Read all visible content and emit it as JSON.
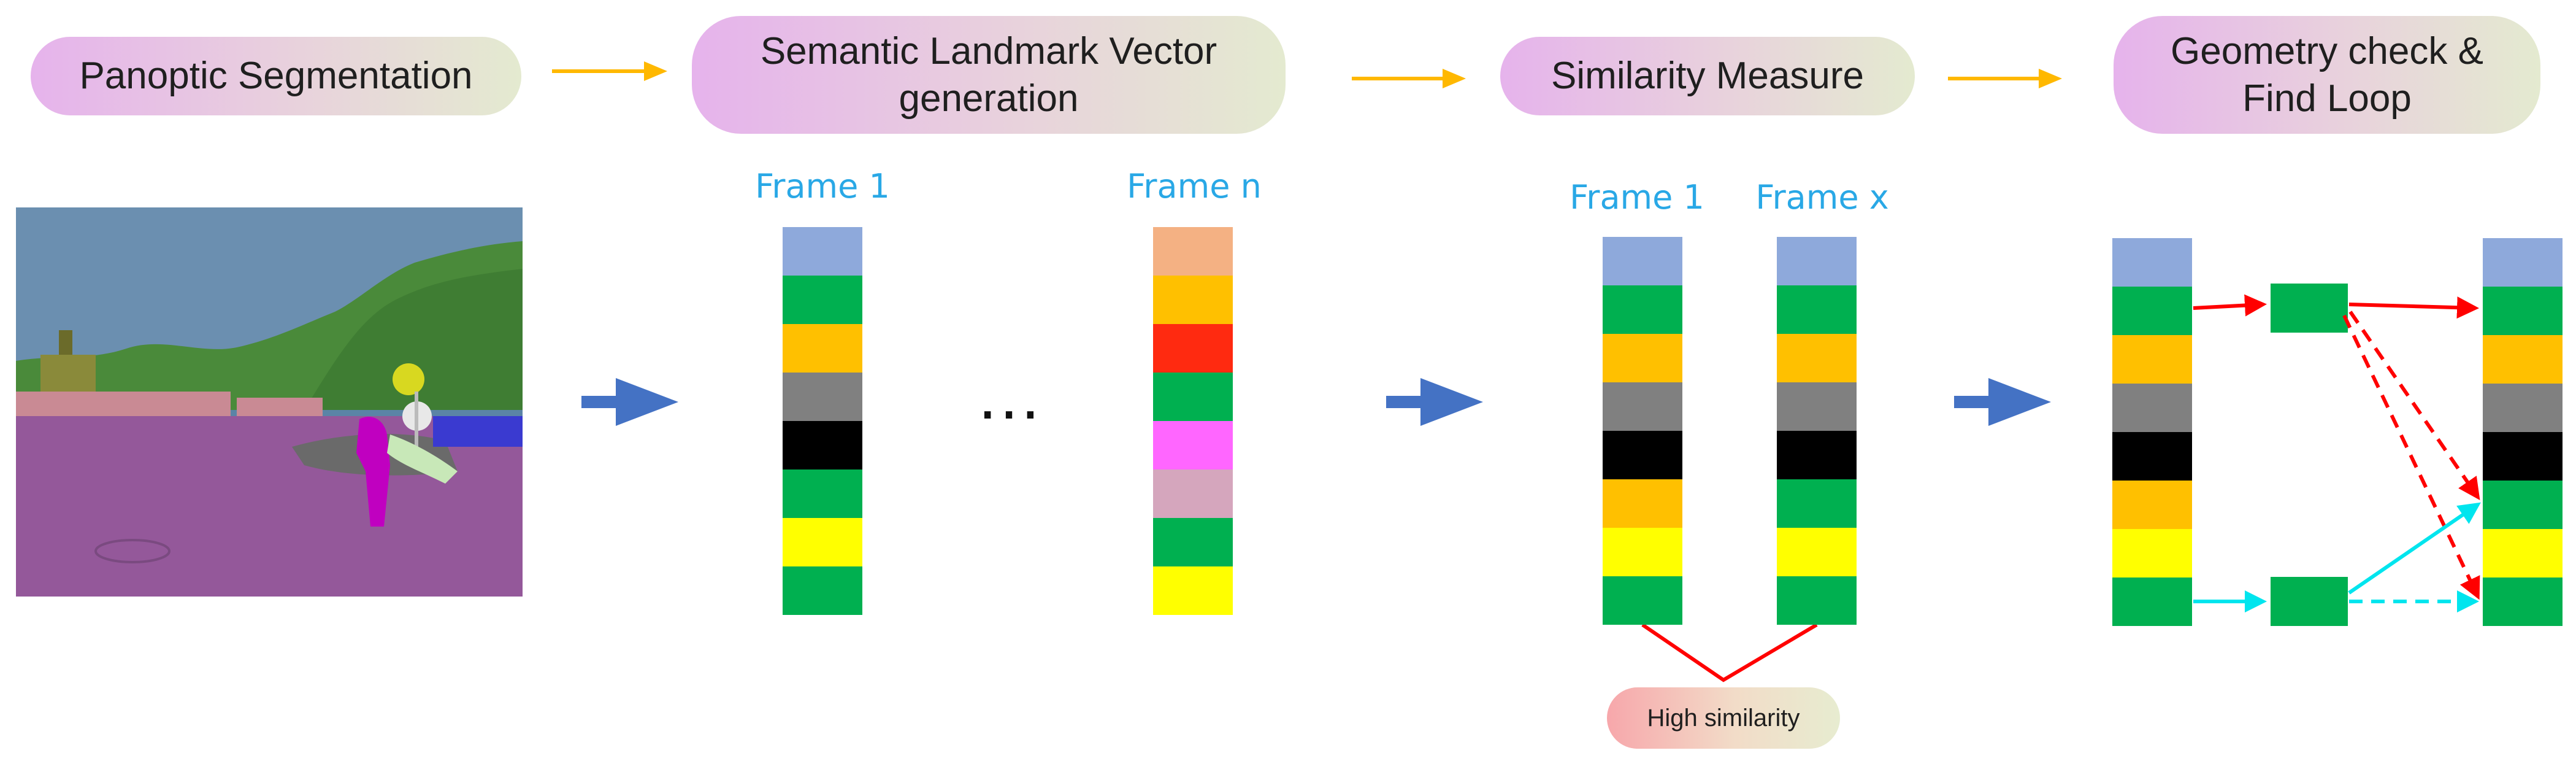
{
  "stages": [
    {
      "label": "Panoptic Segmentation"
    },
    {
      "label": "Semantic Landmark Vector generation"
    },
    {
      "label": "Similarity Measure"
    },
    {
      "label": "Geometry check & Find Loop"
    }
  ],
  "frames": {
    "frame_1": "Frame 1",
    "frame_n": "Frame n",
    "ellipsis": "…",
    "sim_frame_1": "Frame 1",
    "sim_frame_x": "Frame x"
  },
  "high_similarity": "High similarity",
  "vectors": {
    "frame_1": [
      "#8ea9db",
      "#00b050",
      "#ffc000",
      "#808080",
      "#000000",
      "#00b050",
      "#ffff00",
      "#00b050"
    ],
    "frame_n": [
      "#f4b183",
      "#ffc000",
      "#ff2a10",
      "#00b050",
      "#ff66ff",
      "#d5a6bd",
      "#00b050",
      "#ffff00"
    ],
    "sim_frame_1": [
      "#8ea9db",
      "#00b050",
      "#ffc000",
      "#808080",
      "#000000",
      "#ffc000",
      "#ffff00",
      "#00b050"
    ],
    "sim_frame_x": [
      "#8ea9db",
      "#00b050",
      "#ffc000",
      "#808080",
      "#000000",
      "#00b050",
      "#ffff00",
      "#00b050"
    ],
    "geo_left": [
      "#8ea9db",
      "#00b050",
      "#ffc000",
      "#808080",
      "#000000",
      "#ffc000",
      "#ffff00",
      "#00b050"
    ],
    "geo_right": [
      "#8ea9db",
      "#00b050",
      "#ffc000",
      "#808080",
      "#000000",
      "#00b050",
      "#ffff00",
      "#00b050"
    ]
  },
  "colors": {
    "stage_arrow": "#ffb800",
    "flow_arrow": "#4472c4",
    "frame_label": "#29a8e6",
    "match_red": "#ff0000",
    "match_cyan": "#00e5ee",
    "landmark_green": "#00b050"
  }
}
